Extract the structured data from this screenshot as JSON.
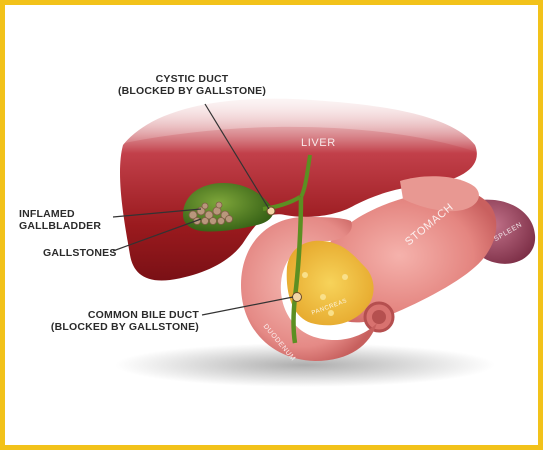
{
  "labels": {
    "cystic_duct": [
      "CYSTIC DUCT",
      "(BLOCKED BY GALLSTONE)"
    ],
    "gallbladder": [
      "INFLAMED",
      "GALLBLADDER"
    ],
    "gallstones": "GALLSTONES",
    "common_bile_duct": [
      "COMMON BILE DUCT",
      "(BLOCKED BY GALLSTONE)"
    ]
  },
  "organs": {
    "liver": "LIVER",
    "stomach": "STOMACH",
    "spleen": "SPLEEN",
    "pancreas": "PANCREAS",
    "duodenum": "DUODENUM"
  },
  "colors": {
    "frame": "#f2c21a",
    "liver": "#9a1a1e",
    "stomach": "#e58a86",
    "pancreas": "#f0c23a",
    "gallbladder": "#3f7a1c",
    "bile_duct": "#5c8f22",
    "spleen": "#8e3a52"
  }
}
